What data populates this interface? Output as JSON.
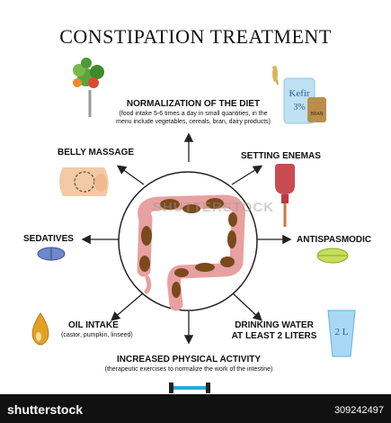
{
  "title": "CONSTIPATION TREATMENT",
  "diet": {
    "label": "NORMALIZATION OF THE DIET",
    "desc_lines": [
      "(food intake 5-6 times a day in small quantities, in the",
      "menu include vegetables, cereals, bran, dairy products)"
    ],
    "kefir_text": "Kefir",
    "kefir_pct": "3%",
    "bran_text": "BRAN"
  },
  "belly": {
    "label": "BELLY MASSAGE"
  },
  "enemas": {
    "label": "SETTING ENEMAS"
  },
  "sedatives": {
    "label": "SEDATIVES"
  },
  "antispasmodic": {
    "label": "ANTISPASMODIC"
  },
  "oil": {
    "label": "OIL INTAKE",
    "desc": "(castor, pumpkin, linseed)"
  },
  "water": {
    "label_lines": [
      "DRINKING WATER",
      "AT LEAST 2 LITERS"
    ],
    "glass_text": "2 L"
  },
  "activity": {
    "label": "INCREASED PHYSICAL ACTIVITY",
    "desc": "(therapeutic exercises to normalize the work of the intestine)"
  },
  "watermark": "SHUTTERSTOCK",
  "footer": {
    "logo": "shutterstock",
    "id": "309242497"
  },
  "colors": {
    "arrow": "#222222",
    "colon": "#7a4a1c",
    "colon_wall": "#e7a1a0",
    "sedative_blue": "#6f88cc",
    "antispasmodic_green": "#c6df5a",
    "enema_red": "#c94b52",
    "oil_orange": "#e2a125",
    "water_blue": "#a8d8f4",
    "belly_skin": "#f4c9a6",
    "dumbbell_blue": "#29a7df"
  }
}
